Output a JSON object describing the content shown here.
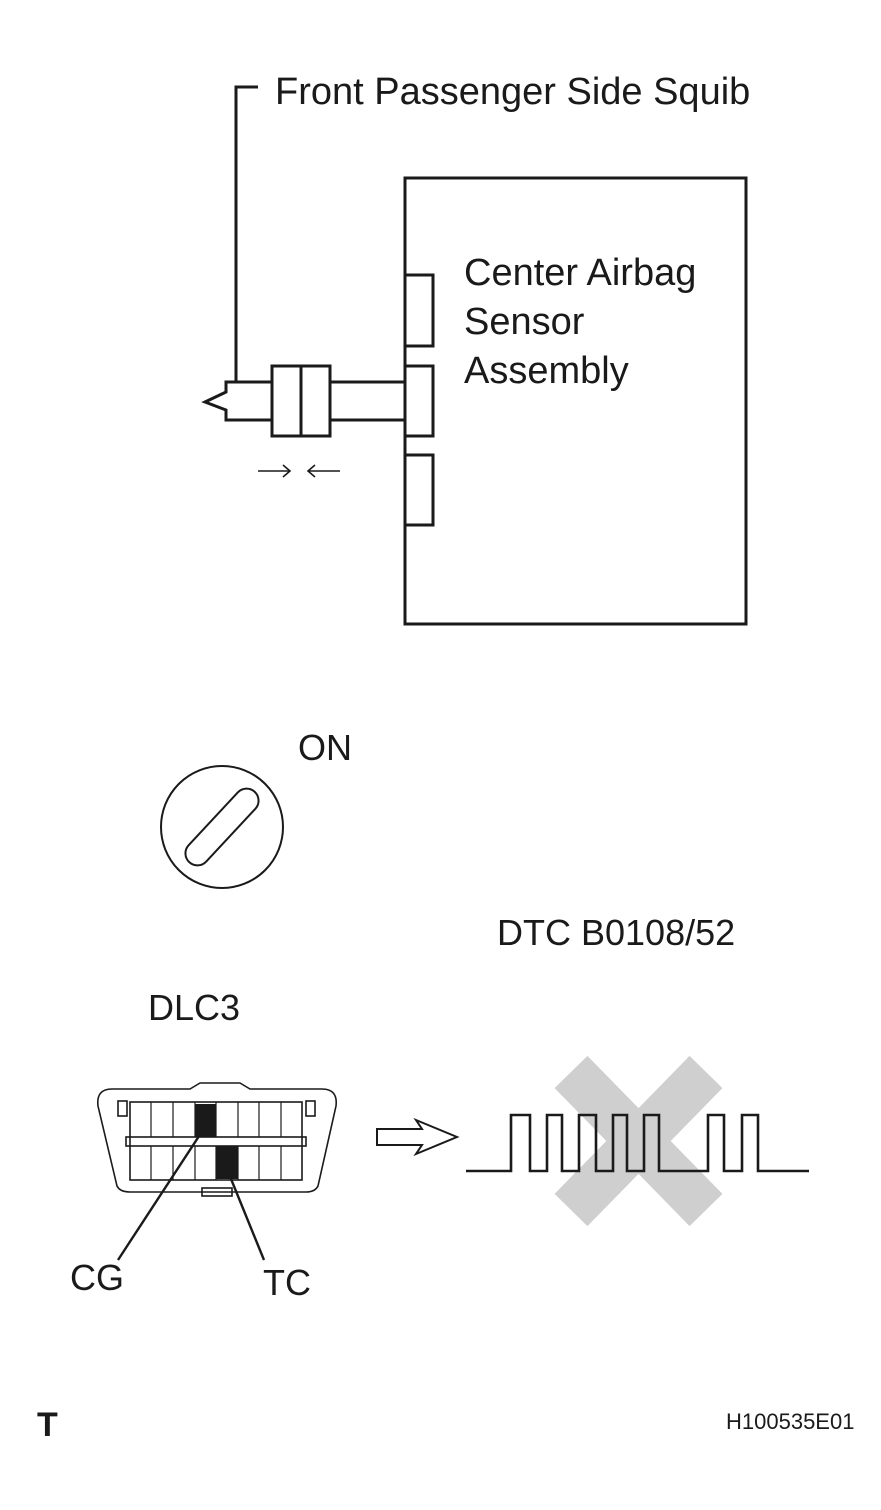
{
  "labels": {
    "squib": "Front Passenger Side Squib",
    "ecu_line1": "Center Airbag",
    "ecu_line2": "Sensor",
    "ecu_line3": "Assembly",
    "ignition": "ON",
    "dtc": "DTC B0108/52",
    "connector": "DLC3",
    "pin_cg": "CG",
    "pin_tc": "TC",
    "corner_letter": "T",
    "figure_id": "H100535E01"
  },
  "colors": {
    "line": "#1a1a1a",
    "cross": "#cfcfcf",
    "pin_fill": "#1a1a1a"
  },
  "icons": {
    "connector_arrows": "arrows-pointing-together-icon",
    "ignition_key": "ignition-switch-icon",
    "result_arrow": "hollow-right-arrow-icon",
    "no_signal": "x-cross-icon"
  }
}
